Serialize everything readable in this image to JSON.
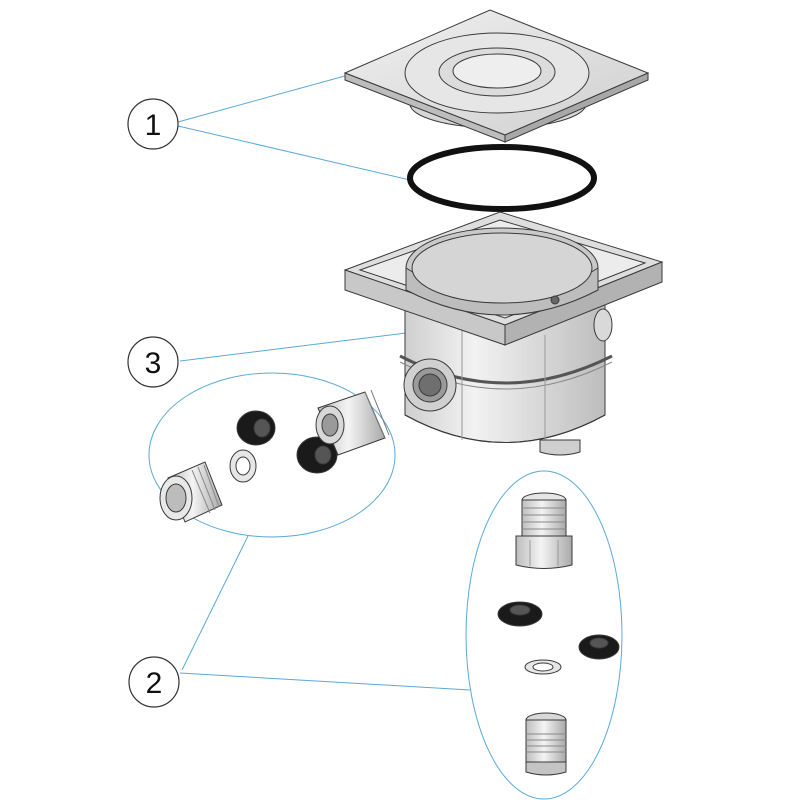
{
  "diagram": {
    "callouts": [
      {
        "id": "callout-1",
        "label": "1"
      },
      {
        "id": "callout-2",
        "label": "2"
      },
      {
        "id": "callout-3",
        "label": "3"
      }
    ],
    "colors": {
      "leader": "#5aa9d6",
      "outline": "#3a3a3a",
      "part_fill": "#e3e3e3",
      "part_shade": "#c4c4c4",
      "rubber": "#1a1a1a",
      "background": "#ffffff"
    }
  }
}
